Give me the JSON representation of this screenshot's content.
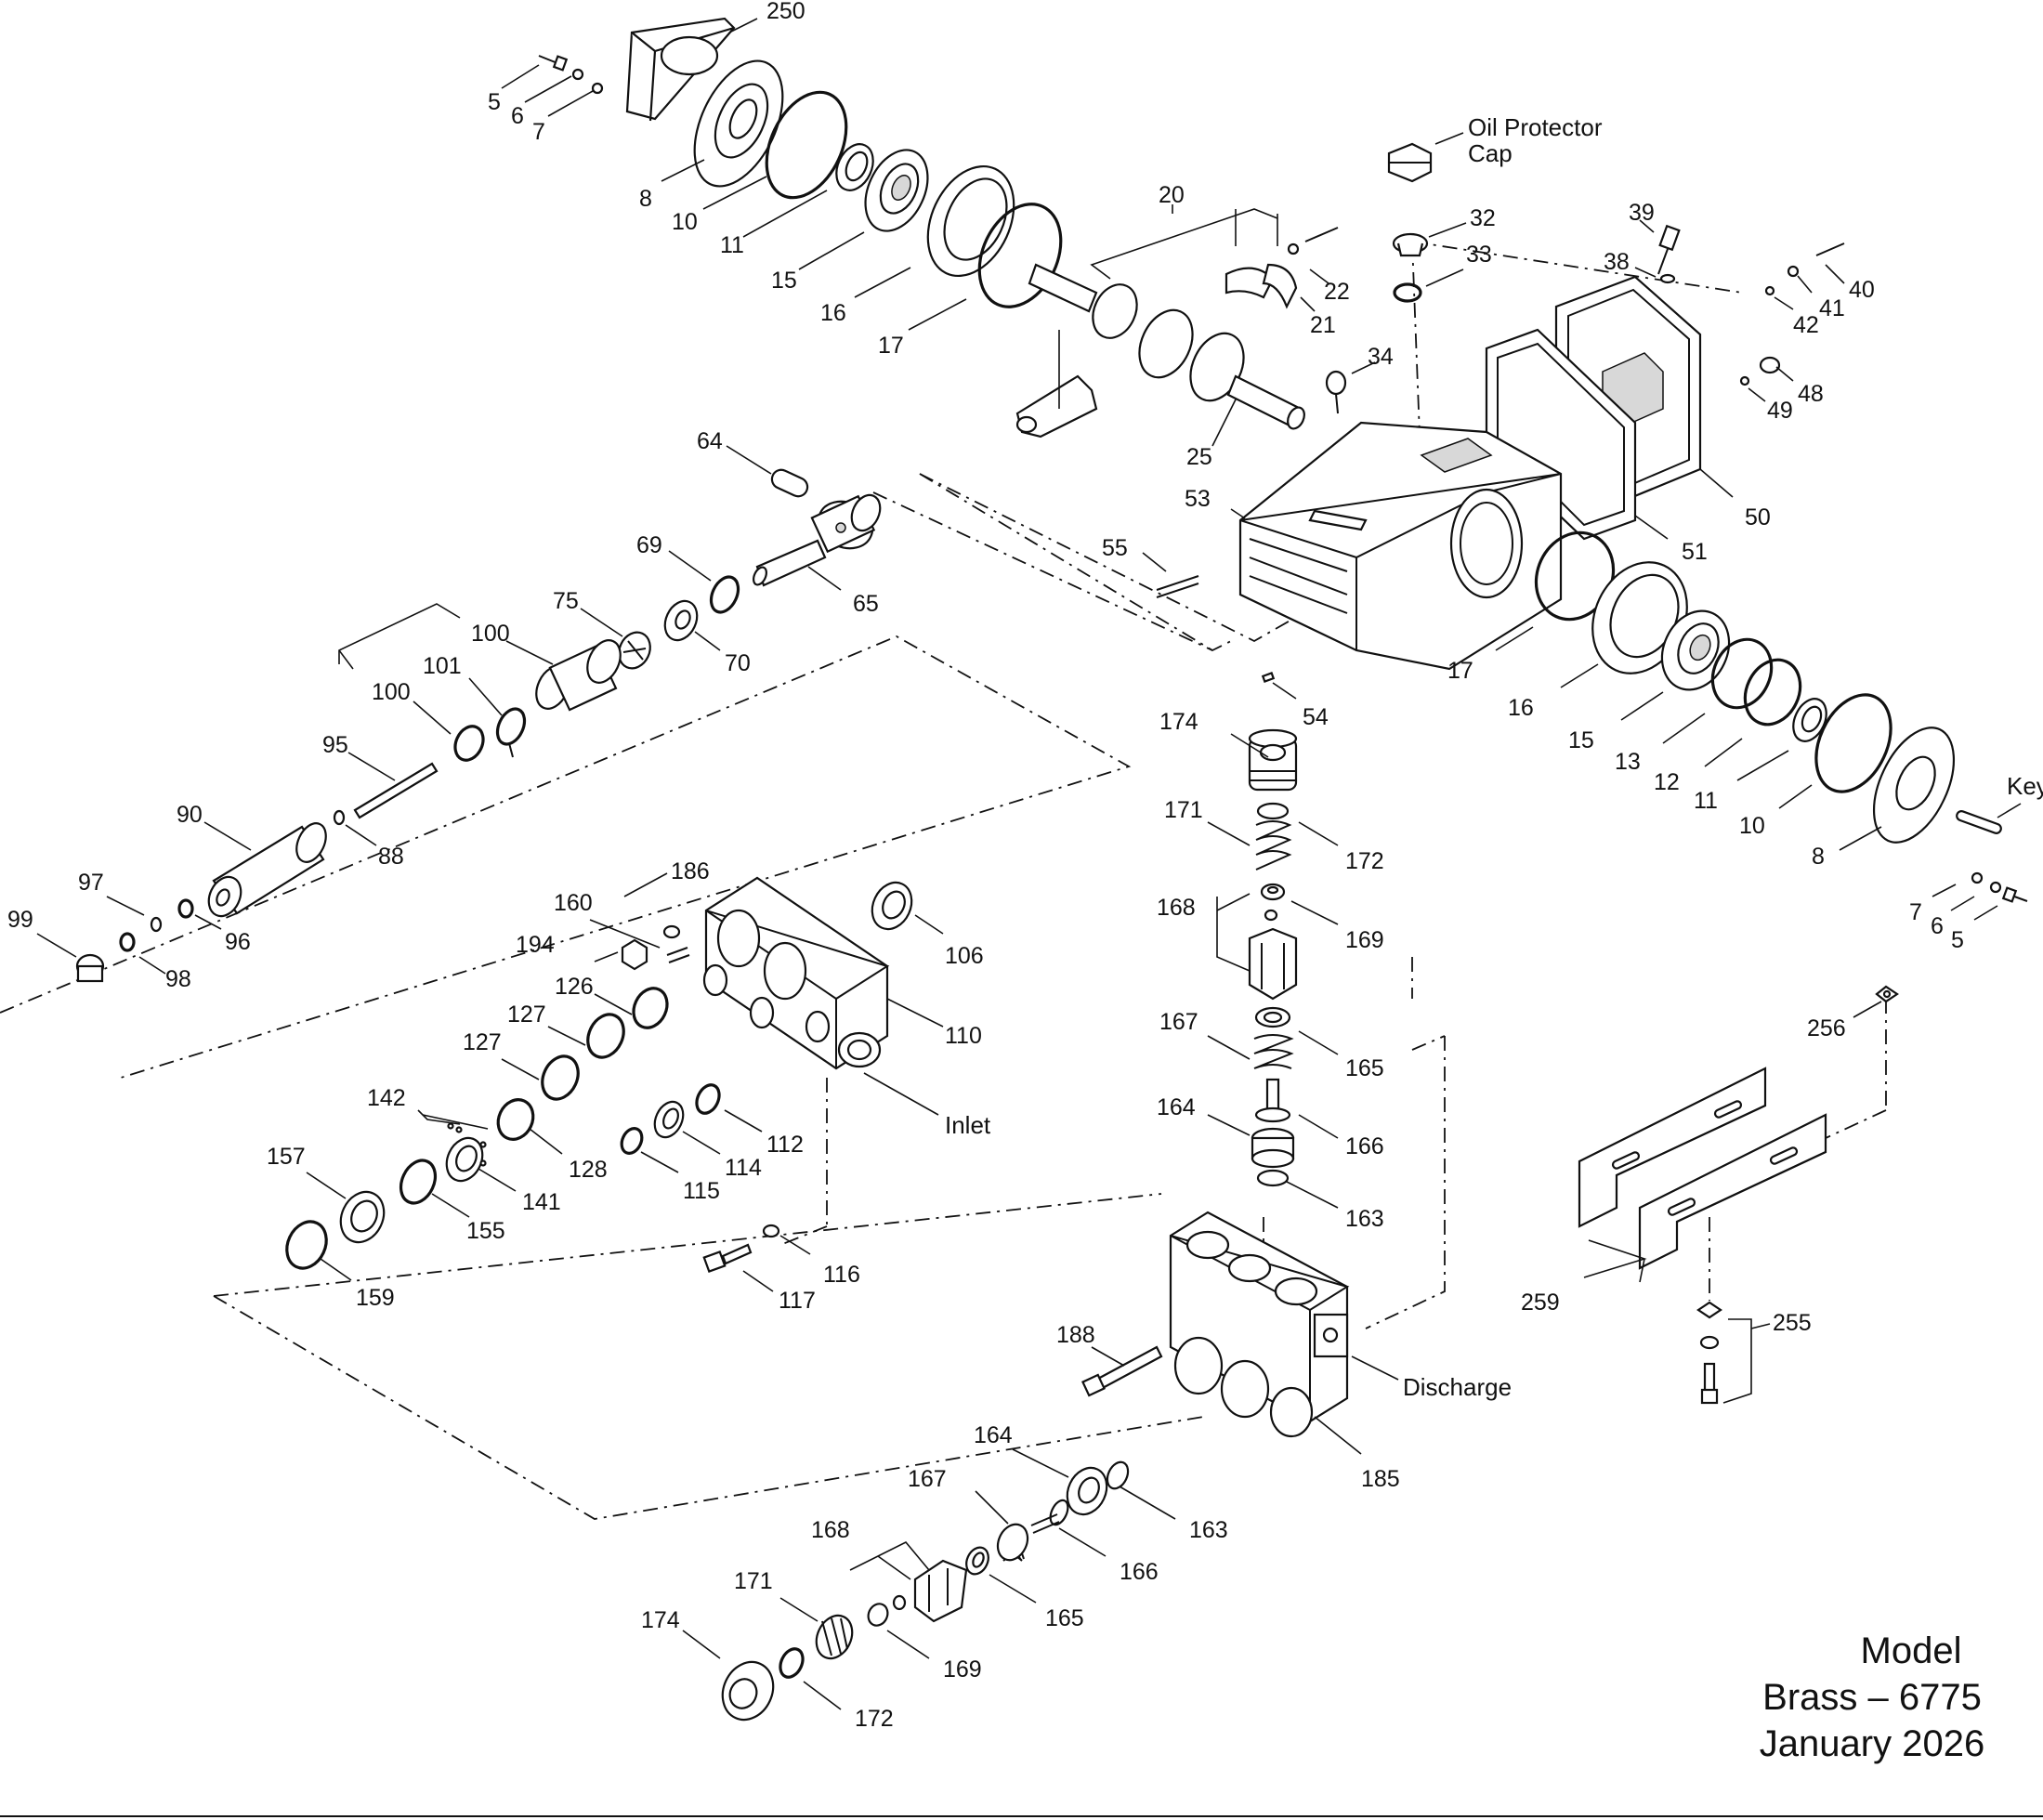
{
  "labels": {
    "l250": "250",
    "l5a": "5",
    "l6a": "6",
    "l7a": "7",
    "l8a": "8",
    "l10a": "10",
    "l11a": "11",
    "l15a": "15",
    "l16a": "16",
    "l17a": "17",
    "l20": "20",
    "l22": "22",
    "l21": "21",
    "l25": "25",
    "oil_cap_1": "Oil Protector",
    "oil_cap_2": "Cap",
    "l32": "32",
    "l33": "33",
    "l34": "34",
    "l39": "39",
    "l38": "38",
    "l40": "40",
    "l41": "41",
    "l42": "42",
    "l48": "48",
    "l49": "49",
    "l50": "50",
    "l51": "51",
    "l53": "53",
    "l55": "55",
    "l54": "54",
    "l64": "64",
    "l65": "65",
    "l69": "69",
    "l70": "70",
    "l75": "75",
    "l100a": "100",
    "l100b": "100",
    "l101": "101",
    "l95": "95",
    "l90": "90",
    "l88": "88",
    "l97": "97",
    "l96": "96",
    "l99": "99",
    "l98": "98",
    "l186": "186",
    "l160": "160",
    "l194": "194",
    "l106": "106",
    "l126": "126",
    "l127a": "127",
    "l127b": "127",
    "l110": "110",
    "inlet": "Inlet",
    "l142": "142",
    "l112": "112",
    "l114": "114",
    "l115": "115",
    "l128": "128",
    "l141": "141",
    "l157": "157",
    "l155": "155",
    "l159": "159",
    "l116": "116",
    "l117": "117",
    "l17b": "17",
    "l16b": "16",
    "l15b": "15",
    "l13": "13",
    "l12": "12",
    "l11b": "11",
    "l10b": "10",
    "key": "Key",
    "l8b": "8",
    "l7b": "7",
    "l6b": "6",
    "l5b": "5",
    "l174a": "174",
    "l171a": "171",
    "l172a": "172",
    "l168a": "168",
    "l169a": "169",
    "l167a": "167",
    "l165a": "165",
    "l164a": "164",
    "l166a": "166",
    "l163a": "163",
    "l188": "188",
    "discharge": "Discharge",
    "l185": "185",
    "l164b": "164",
    "l163b": "163",
    "l167b": "167",
    "l166b": "166",
    "l168b": "168",
    "l165b": "165",
    "l171b": "171",
    "l169b": "169",
    "l174b": "174",
    "l172b": "172",
    "l256": "256",
    "l259": "259",
    "l255": "255"
  },
  "model": {
    "line1": "Model",
    "line2": "Brass – 6775",
    "line3": "January 2026"
  }
}
